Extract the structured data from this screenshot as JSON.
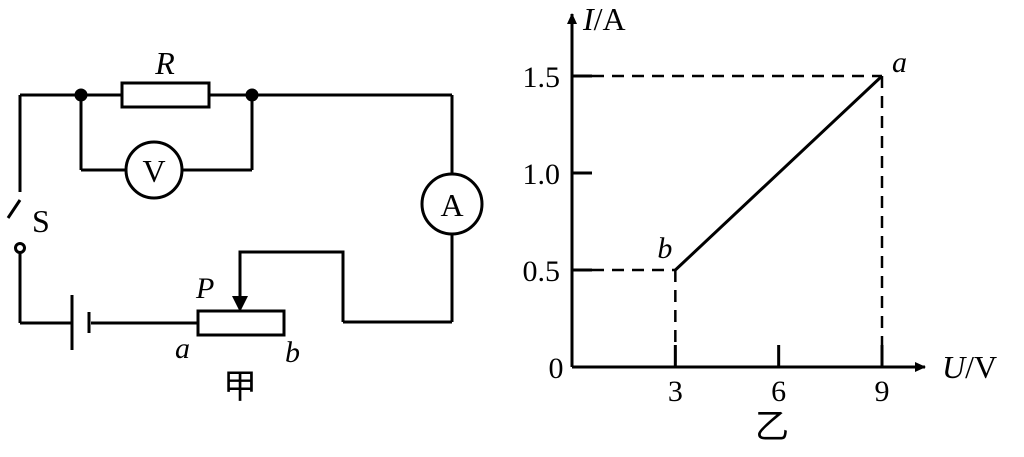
{
  "circuit": {
    "caption": "甲",
    "resistor_label": "R",
    "voltmeter_label": "V",
    "ammeter_label": "A",
    "switch_label": "S",
    "slider_label": "P",
    "rheostat_end_a": "a",
    "rheostat_end_b": "b"
  },
  "graph": {
    "caption": "乙",
    "y_axis_var": "I",
    "y_axis_unit": "/A",
    "x_axis_var": "U",
    "x_axis_unit": "/V",
    "origin_label": "0",
    "point_a_label": "a",
    "point_b_label": "b"
  },
  "chart_data": {
    "type": "line",
    "xlabel": "U/V",
    "ylabel": "I/A",
    "x_ticks": [
      3,
      6,
      9
    ],
    "y_ticks": [
      0.5,
      1.0,
      1.5
    ],
    "x_tick_labels": [
      "3",
      "6",
      "9"
    ],
    "y_tick_labels": [
      "0.5",
      "1.0",
      "1.5"
    ],
    "series": [
      {
        "points": [
          {
            "x": 3,
            "y": 0.5,
            "label": "b"
          },
          {
            "x": 9,
            "y": 1.5,
            "label": "a"
          }
        ]
      }
    ],
    "dashed_guides": true
  }
}
